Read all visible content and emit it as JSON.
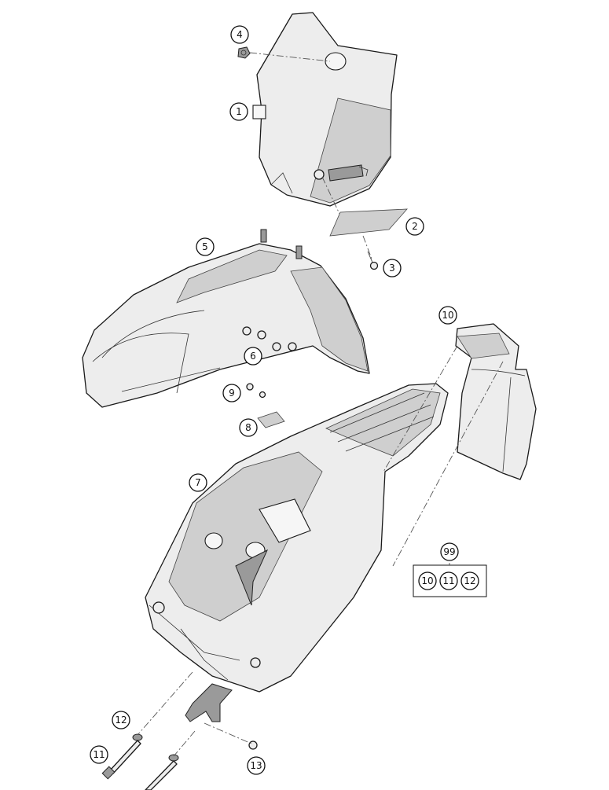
{
  "callouts": {
    "c1": "1",
    "c2": "2",
    "c3": "3",
    "c4": "4",
    "c5": "5",
    "c6": "6",
    "c7": "7",
    "c8": "8",
    "c9": "9",
    "c10": "10",
    "c11": "11",
    "c12": "12",
    "c13": "13"
  },
  "kit": {
    "number": "99",
    "contents": [
      "10",
      "11",
      "12"
    ]
  }
}
